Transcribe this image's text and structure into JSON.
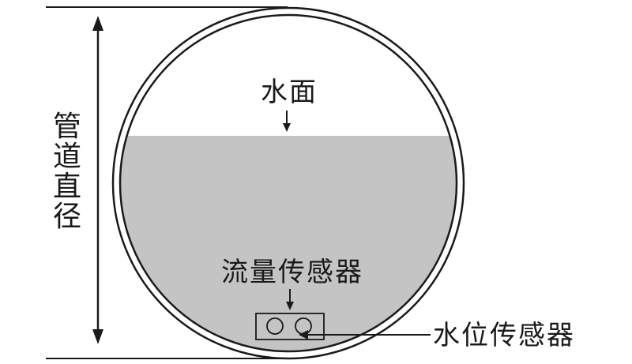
{
  "labels": {
    "water_surface": "水面",
    "pipe_diameter": [
      "管",
      "道",
      "直",
      "径"
    ],
    "flow_sensor": "流量传感器",
    "level_sensor": "水位传感器"
  },
  "colors": {
    "stroke": "#1a1a1a",
    "water": "#c4c4c4",
    "background": "#ffffff"
  }
}
